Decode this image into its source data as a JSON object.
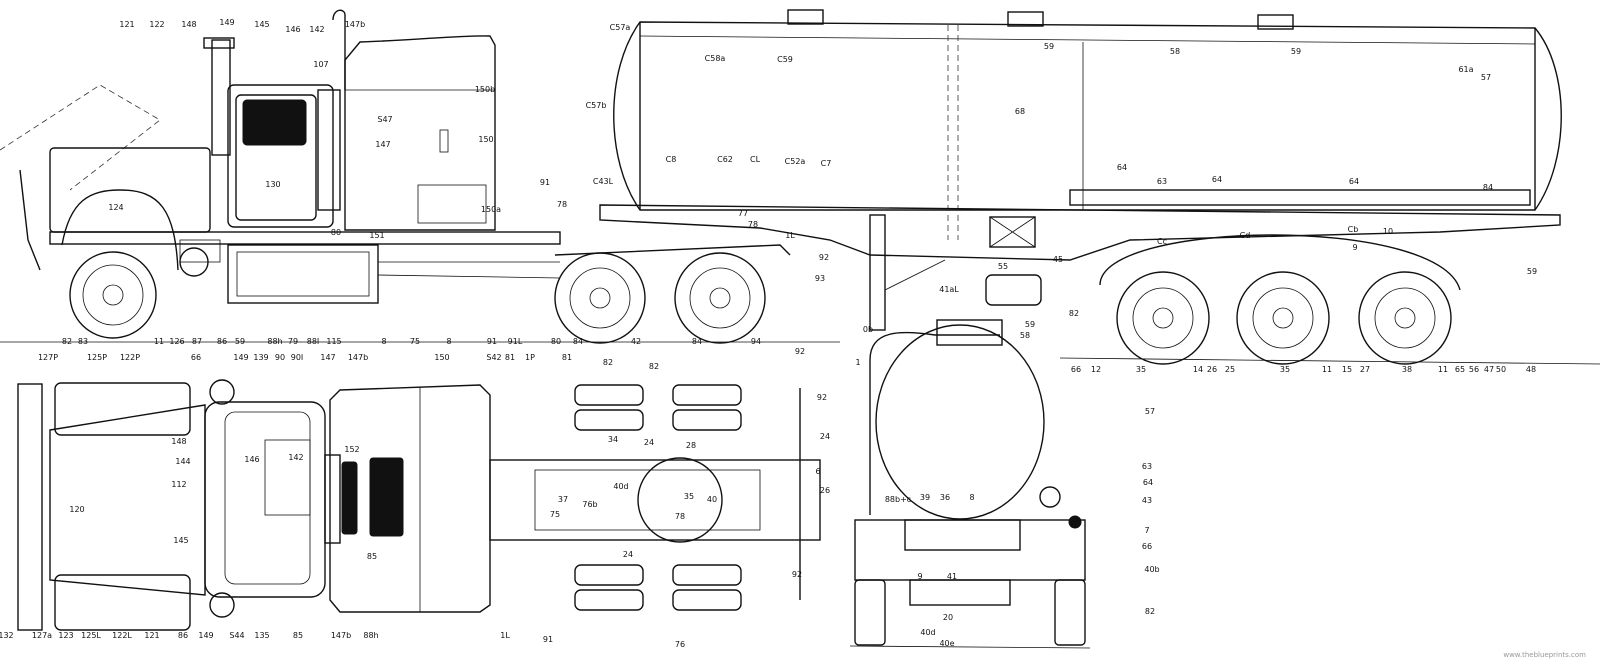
{
  "title": "Tractor with tank semi-trailer blueprint",
  "watermark": "www.theblueprints.com",
  "views": {
    "truck_side": {
      "labels": [
        "121",
        "122",
        "148",
        "149",
        "145",
        "146",
        "142",
        "107",
        "147b",
        "150b",
        "S47",
        "147",
        "150",
        "130",
        "124",
        "150a",
        "91",
        "80",
        "151",
        "82",
        "83",
        "11",
        "126",
        "87",
        "86",
        "59",
        "88h",
        "79",
        "88I",
        "115",
        "8",
        "75",
        "8",
        "91",
        "91L",
        "80",
        "84",
        "42",
        "84",
        "94",
        "92"
      ]
    },
    "trailer_side": {
      "labels": [
        "C57a",
        "C58a",
        "C59",
        "59",
        "58",
        "59",
        "61a",
        "57",
        "C57b",
        "68",
        "C8",
        "C62",
        "CL",
        "C52a",
        "C7",
        "C43L",
        "64",
        "63",
        "64",
        "64",
        "84",
        "78",
        "77",
        "78",
        "1L",
        "92",
        "93",
        "55",
        "45",
        "41aL",
        "0b",
        "82",
        "Cc",
        "Cd",
        "Cb",
        "10",
        "9",
        "59",
        "1",
        "66",
        "12",
        "35",
        "14",
        "26",
        "25",
        "35",
        "11",
        "15",
        "27",
        "38",
        "11",
        "65",
        "56",
        "47",
        "50",
        "48"
      ]
    },
    "truck_top": {
      "labels": [
        "127P",
        "125P",
        "122P",
        "66",
        "149",
        "139",
        "90",
        "90I",
        "147",
        "147b",
        "150",
        "S42",
        "81",
        "1P",
        "81",
        "82",
        "82",
        "92",
        "24",
        "6",
        "26",
        "148",
        "146",
        "142",
        "144",
        "112",
        "120",
        "152",
        "145",
        "85",
        "37",
        "75",
        "76b",
        "40d",
        "35",
        "40",
        "78",
        "34",
        "24",
        "28",
        "24",
        "92",
        "132",
        "127a",
        "123",
        "125L",
        "122L",
        "121",
        "86",
        "149",
        "S44",
        "135",
        "85",
        "147b",
        "88h",
        "1L",
        "91",
        "76"
      ]
    },
    "trailer_rear": {
      "labels": [
        "59",
        "58",
        "57",
        "63",
        "64",
        "43",
        "88b+c",
        "39",
        "36",
        "8",
        "7",
        "66",
        "40b",
        "9",
        "41",
        "20",
        "82",
        "40d",
        "40e"
      ]
    }
  }
}
